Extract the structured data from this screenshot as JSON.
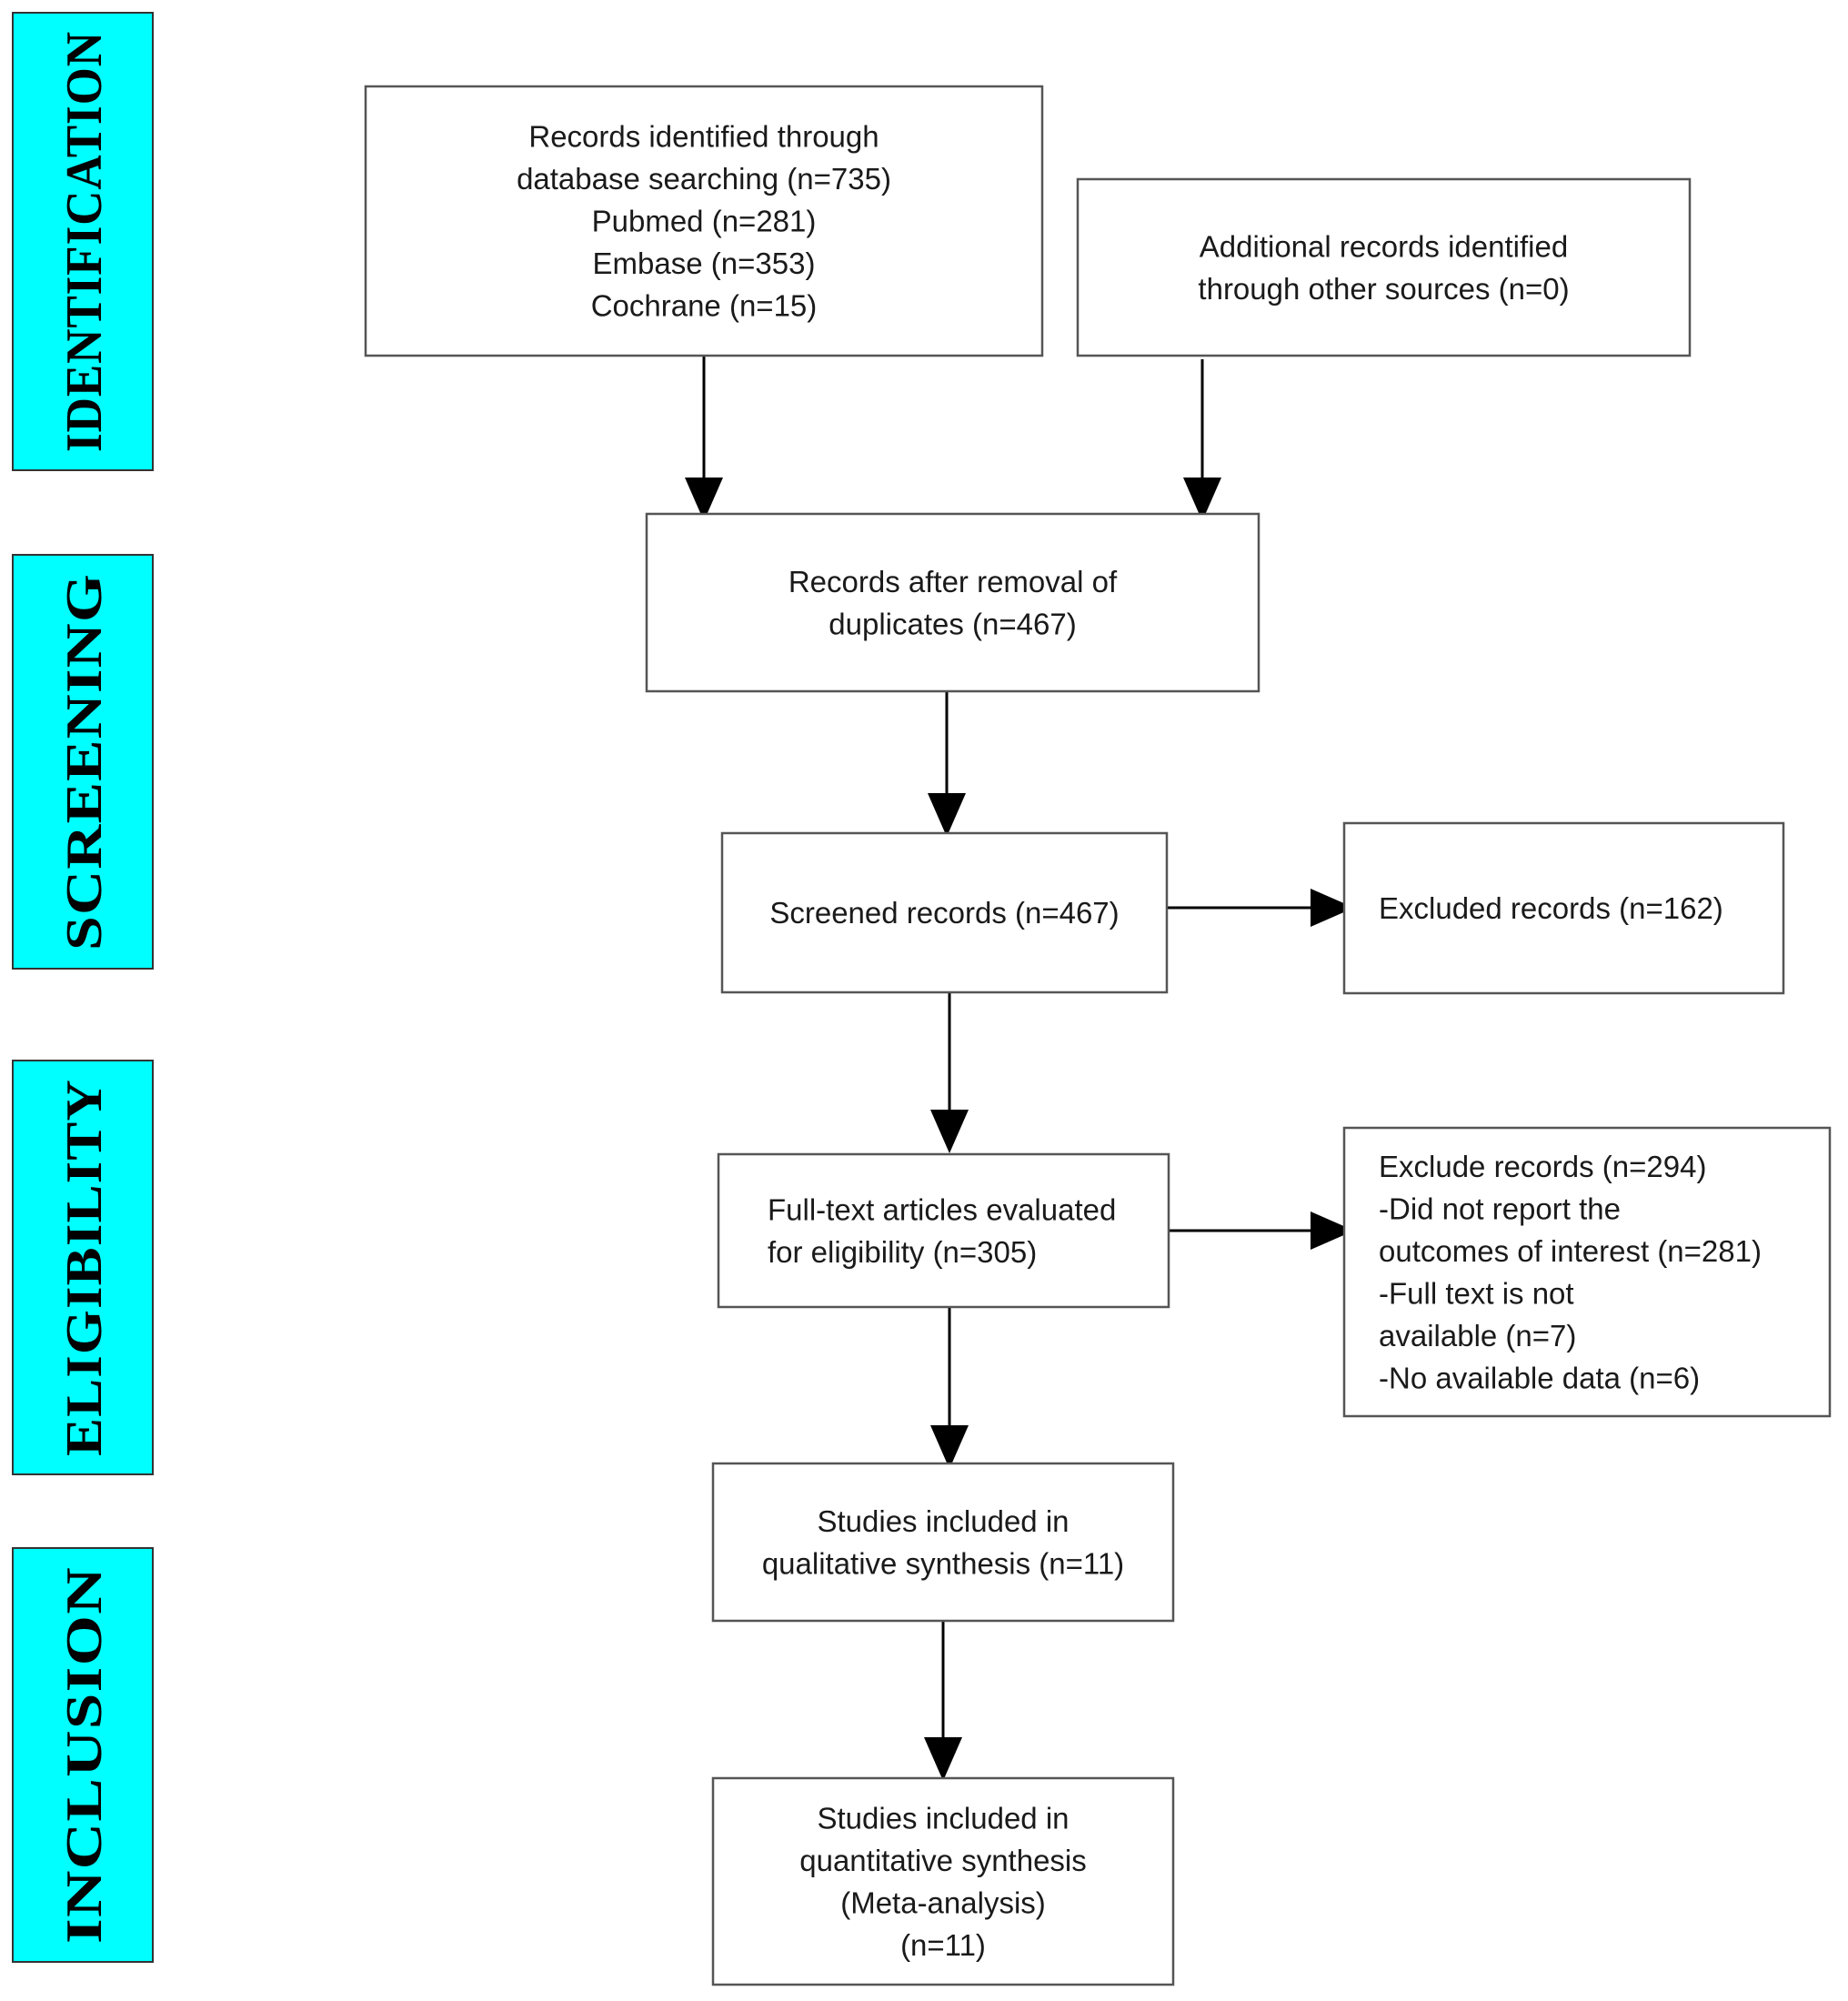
{
  "colors": {
    "phase_fill": "#00ffff",
    "box_border": "#555555",
    "arrow": "#000000"
  },
  "phases": [
    {
      "id": "identification",
      "label": "IDENTIFICATION"
    },
    {
      "id": "screening",
      "label": "SCREENING"
    },
    {
      "id": "eligibility",
      "label": "ELIGIBILITY"
    },
    {
      "id": "inclusion",
      "label": "INCLUSION"
    }
  ],
  "boxes": [
    {
      "id": "database-records-box",
      "lines": [
        "Records identified through",
        "database searching (n=735)",
        "Pubmed (n=281)",
        "Embase (n=353)",
        "Cochrane (n=15)"
      ]
    },
    {
      "id": "other-sources-box",
      "lines": [
        "Additional records identified",
        "through other sources (n=0)"
      ]
    },
    {
      "id": "duplicates-removed-box",
      "lines": [
        "Records after removal of",
        "duplicates (n=467)"
      ]
    },
    {
      "id": "screened-records-box",
      "lines": [
        "Screened records (n=467)"
      ]
    },
    {
      "id": "excluded-records-box",
      "lines": [
        "Excluded records (n=162)"
      ]
    },
    {
      "id": "full-text-box",
      "lines": [
        "Full-text articles evaluated",
        "for eligibility (n=305)"
      ]
    },
    {
      "id": "exclude-reasons-box",
      "lines": [
        "Exclude records (n=294)",
        "-Did not report the",
        "outcomes of interest (n=281)",
        "-Full text is not",
        "available (n=7)",
        "-No available data (n=6)"
      ]
    },
    {
      "id": "qualitative-box",
      "lines": [
        "Studies included in",
        "qualitative synthesis (n=11)"
      ]
    },
    {
      "id": "quantitative-box",
      "lines": [
        "Studies included in",
        "quantitative synthesis",
        "(Meta-analysis)",
        "(n=11)"
      ]
    }
  ],
  "arrows": [
    {
      "id": "arrow-database-to-duplicates",
      "from": "database-records-box",
      "to": "duplicates-removed-box"
    },
    {
      "id": "arrow-other-to-duplicates",
      "from": "other-sources-box",
      "to": "duplicates-removed-box"
    },
    {
      "id": "arrow-duplicates-to-screened",
      "from": "duplicates-removed-box",
      "to": "screened-records-box"
    },
    {
      "id": "arrow-screened-to-excluded",
      "from": "screened-records-box",
      "to": "excluded-records-box"
    },
    {
      "id": "arrow-screened-to-fulltext",
      "from": "screened-records-box",
      "to": "full-text-box"
    },
    {
      "id": "arrow-fulltext-to-exclude-reasons",
      "from": "full-text-box",
      "to": "exclude-reasons-box"
    },
    {
      "id": "arrow-fulltext-to-qualitative",
      "from": "full-text-box",
      "to": "qualitative-box"
    },
    {
      "id": "arrow-qualitative-to-quantitative",
      "from": "qualitative-box",
      "to": "quantitative-box"
    }
  ]
}
